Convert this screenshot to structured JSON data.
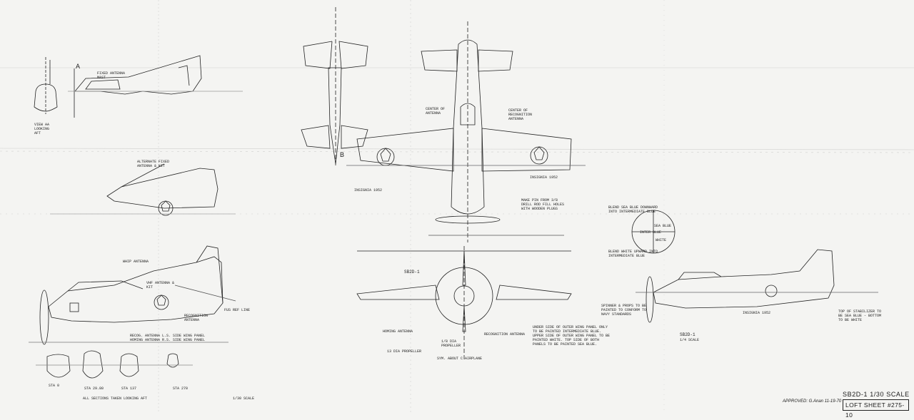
{
  "sheet": {
    "title_line": "SB2D-1   1/30 SCALE",
    "loft_sheet": "LOFT SHEET #275-10",
    "approved": "APPROVED: G.Anan 11-19-70"
  },
  "labels": {
    "view_aa": "VIEW AA LOOKING AFT",
    "fixed_antenna_mast": "FIXED ANTENNA MAST",
    "alternate_fixed_antenna": "ALTERNATE FIXED ANTENNA & KIT",
    "whip_antenna": "WHIP ANTENNA",
    "vhf_antenna": "VHF ANTENNA & KIT",
    "recognition_antenna": "RECOGNITION ANTENNA",
    "radio_antenna_note": "RECOG. ANTENNA L.S. SIDE WING PANEL HOMING ANTENNA R.S. SIDE WING PANEL",
    "fus_ref_line": "FUS REF LINE",
    "sections_note": "ALL SECTIONS TAKEN LOOKING AFT",
    "scale_left": "1/30 SCALE",
    "insignia_1": "INSIGNIA 1952",
    "insignia_2": "INSIGNIA 1952",
    "insignia_3": "INSIGNIA 1952",
    "center_of_antenna": "CENTER OF ANTENNA",
    "center_of_recognition": "CENTER OF RECOGNITION ANTENNA",
    "make_pin_from": "MAKE PIN FROM 3/8 DRILL ROD FILL HOLES WITH WOODEN PLUGS",
    "sb2d_small": "SB2D-1",
    "homing_antenna": "HOMING ANTENNA",
    "recognition_antenna_front": "RECOGNITION ANTENNA",
    "propeller": "13 DIA PROPELLER",
    "prop_dia": "1/8 DIA PROPELLER",
    "sym_about": "SYM. ABOUT C AIRPLANE",
    "underside_note": "UNDER SIDE OF OUTER WING PANEL ONLY TO BE PAINTED INTERMEDIATE BLUE. UPPER SIDE OF OUTER WING PANEL TO BE PAINTED WHITE. TOP SIDE OF BOTH PANELS TO BE PAINTED SEA BLUE.",
    "blend_sea_blue": "BLEND SEA BLUE DOWNWARD INTO INTERMEDIATE BLUE",
    "blend_white": "BLEND WHITE UPWARD INTO INTERMEDIATE BLUE",
    "inter_blue": "INTER BLUE",
    "sea_blue": "SEA BLUE",
    "white": "WHITE",
    "spinner_note": "SPINNER & PROPS TO BE PAINTED TO CONFORM TO NAVY STANDARDS",
    "top_stabilizer": "TOP OF STABILIZER TO BE SEA BLUE - BOTTOM TO BE WHITE",
    "sb2d_right": "SB2D-1",
    "scale_right": "1/4 SCALE",
    "stations": [
      "STA 0",
      "STA 29.80",
      "STA 137",
      "STA 270"
    ],
    "letter_a": "A",
    "letter_b": "B"
  },
  "colors": {
    "paper": "#f4f4f2",
    "ink": "#1a1a1a"
  }
}
